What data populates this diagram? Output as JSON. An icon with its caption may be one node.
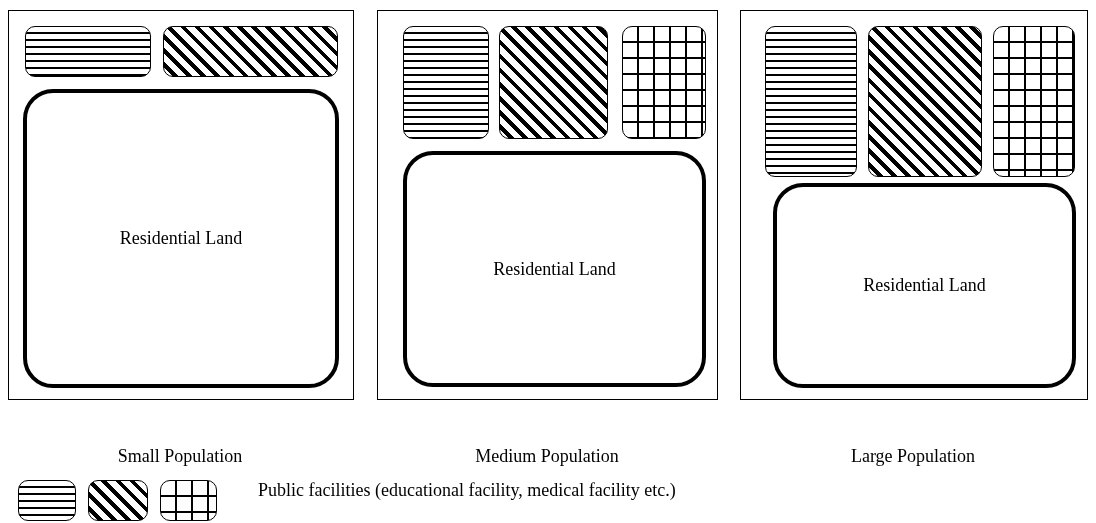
{
  "diagram": {
    "nodes": [
      {
        "text": [],
        "shape": "box",
        "beside": [
          "Small Population"
        ]
      },
      {
        "text": [],
        "shape": "box",
        "in": 0
      },
      {
        "text": [],
        "shape": "box",
        "in": 0
      },
      {
        "text": [
          "Residential Land"
        ],
        "in": 0
      },
      {
        "text": [],
        "shape": "box",
        "beside": [
          "Medium Population"
        ]
      },
      {
        "text": [],
        "shape": "box",
        "in": 4
      },
      {
        "text": [],
        "shape": "box",
        "in": 4
      },
      {
        "text": [],
        "shape": "box",
        "in": 4
      },
      {
        "text": [
          "Residential Land"
        ],
        "in": 4
      },
      {
        "text": [],
        "shape": "box",
        "beside": [
          "Large Population"
        ]
      },
      {
        "text": [],
        "shape": "box",
        "in": 9
      },
      {
        "text": [],
        "shape": "box",
        "in": 9
      },
      {
        "text": [],
        "shape": "box",
        "in": 9
      },
      {
        "text": [
          "Residential Land"
        ],
        "in": 9
      }
    ],
    "legend": [
      {
        "text": "Public facilities (educational facility, medical facility etc.)"
      }
    ]
  }
}
